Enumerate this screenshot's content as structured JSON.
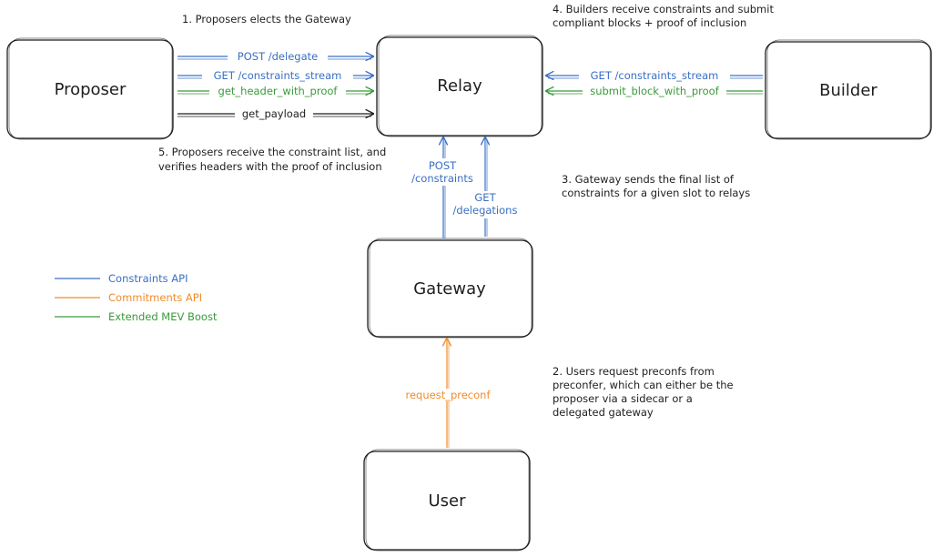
{
  "colors": {
    "ink": "#1e1e1e",
    "constraints": "#3a6fc4",
    "commitments": "#f08c2a",
    "mev": "#3a9a3a"
  },
  "nodes": {
    "proposer": "Proposer",
    "relay": "Relay",
    "builder": "Builder",
    "gateway": "Gateway",
    "user": "User"
  },
  "edges": {
    "post_delegate": "POST /delegate",
    "get_constraints_stream_proposer": "GET /constraints_stream",
    "get_header_with_proof": "get_header_with_proof",
    "get_payload": "get_payload",
    "get_constraints_stream_builder": "GET /constraints_stream",
    "submit_block_with_proof": "submit_block_with_proof",
    "post_constraints_line1": "POST",
    "post_constraints_line2": "/constraints",
    "get_delegations_line1": "GET",
    "get_delegations_line2": "/delegations",
    "request_preconf": "request_preconf"
  },
  "notes": {
    "step1": "1. Proposers elects the Gateway",
    "step4_line1": "4. Builders receive constraints and submit",
    "step4_line2": "compliant blocks + proof of inclusion",
    "step5_line1": "5. Proposers receive the constraint list, and",
    "step5_line2": "verifies headers with the proof of inclusion",
    "step3_line1": "3. Gateway sends the final list of",
    "step3_line2": "constraints for a given slot to relays",
    "step2_line1": "2. Users request preconfs from",
    "step2_line2": "preconfer, which can either be the",
    "step2_line3": "proposer via a sidecar or a",
    "step2_line4": "delegated gateway"
  },
  "legend": {
    "constraints_api": "Constraints API",
    "commitments_api": "Commitments API",
    "extended_mev_boost": "Extended MEV Boost"
  }
}
